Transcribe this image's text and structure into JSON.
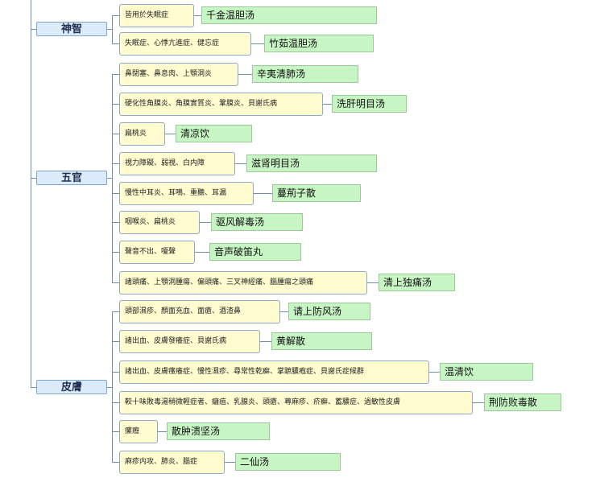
{
  "categories": [
    {
      "label": "神智",
      "items": [
        {
          "symptom": "皆用於失眠症",
          "formula": "千金温胆汤"
        },
        {
          "symptom": "失眠症、心悸亢進症、健忘症",
          "formula": "竹茹温胆汤"
        }
      ]
    },
    {
      "label": "五官",
      "items": [
        {
          "symptom": "鼻閉塞、鼻息肉、上顎洞炎",
          "formula": "辛夷清肺汤"
        },
        {
          "symptom": "硬化性角膜炎、角膜實質炎、鞏膜炎、貝謝氏病",
          "formula": "洗肝明目汤"
        },
        {
          "symptom": "扁桃炎",
          "formula": "清凉饮"
        },
        {
          "symptom": "視力障礙、弱視、白内障",
          "formula": "滋肾明目汤"
        },
        {
          "symptom": "慢性中耳炎、耳鳴、重聽、耳漏",
          "formula": "蔓荊子散"
        },
        {
          "symptom": "咽喉炎、扁桃炎",
          "formula": "驱风解毒汤"
        },
        {
          "symptom": "聲音不出、嗄聲",
          "formula": "音声破笛丸"
        },
        {
          "symptom": "諸頭痛、上顎洞腫瘍、偏頭痛、三叉神經痛、腦腫瘍之頭痛",
          "formula": "清上独痛汤"
        }
      ]
    },
    {
      "label": "皮膚",
      "items": [
        {
          "symptom": "頭部濕疹、顏面充血、面瘡、酒渣鼻",
          "formula": "请上防风汤"
        },
        {
          "symptom": "諸出血、皮膚發癢症、貝謝氏病",
          "formula": "黄解散"
        },
        {
          "symptom": "諸出血、皮膚瘙癢症、慢性濕疹、尋常性乾癬、掌蹠膿疱症、貝謝氏症候群",
          "formula": "温清饮"
        },
        {
          "symptom": "較十味敗毒湯稍微輕症者、癰疽、乳腺炎、頭瘡、蕁麻疹、疥癬、蓄膿症、過敏性皮膚",
          "formula": "荆防败毒散"
        },
        {
          "symptom": "瘰癧",
          "formula": "散肿溃坚汤"
        },
        {
          "symptom": "麻疹内攻、肺炎、腦症",
          "formula": "二仙汤"
        }
      ]
    }
  ]
}
